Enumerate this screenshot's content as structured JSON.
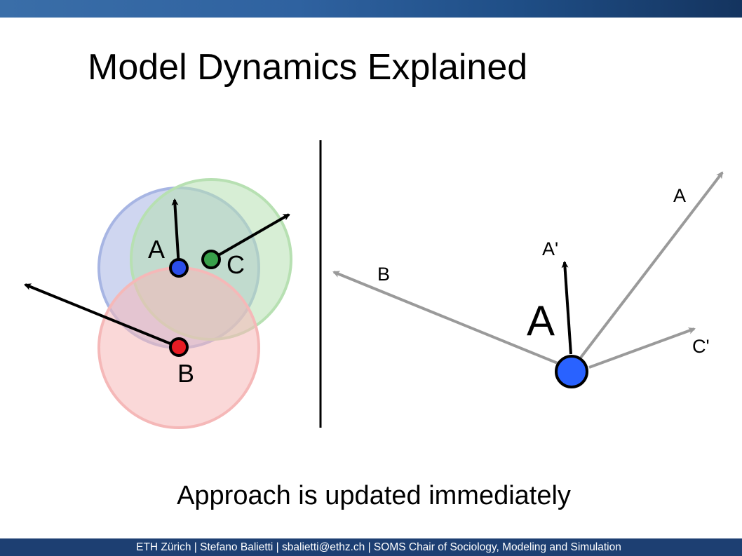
{
  "slide": {
    "title": "Model Dynamics Explained",
    "caption": "Approach is updated immediately",
    "footer": "ETH Zürich | Stefano Balietti | sbalietti@ethz.ch | SOMS Chair of Sociology, Modeling and Simulation"
  },
  "left_diagram": {
    "labels": {
      "a": "A",
      "b": "B",
      "c": "C"
    },
    "colors": {
      "a": "#2b4eea",
      "b": "#e81c24",
      "c": "#38a04a",
      "circle_a": "#a7b5e3",
      "circle_b": "#f5b8b8",
      "circle_c": "#b7e0b2"
    }
  },
  "right_diagram": {
    "labels": {
      "a": "A",
      "a_prime": "A'",
      "b": "B",
      "c_prime": "C'",
      "center": "A"
    },
    "colors": {
      "agent": "#2962ff",
      "arrow": "#9a9a9a"
    }
  },
  "theme": {
    "bar_dark": "#1d3f72",
    "bar_light": "#3a6ea8"
  }
}
